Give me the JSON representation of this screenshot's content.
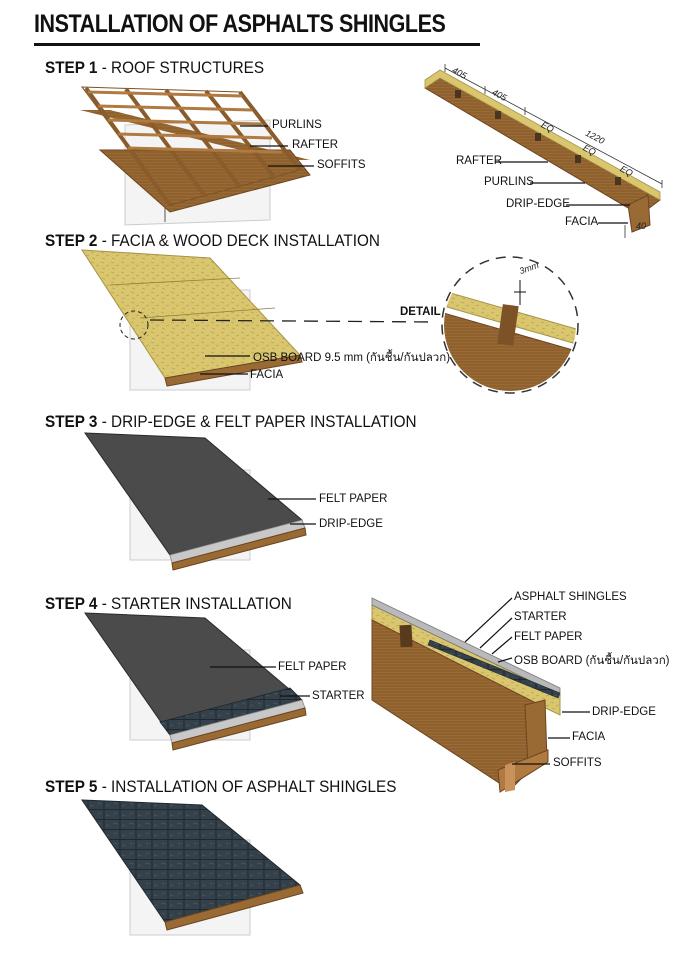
{
  "title": "INSTALLATION OF ASPHALTS SHINGLES",
  "steps": [
    {
      "num": "STEP 1",
      "text": " - ROOF STRUCTURES",
      "labels": {
        "purlins": "PURLINS",
        "rafter": "RAFTER",
        "soffits": "SOFFITS"
      },
      "detail_labels": {
        "rafter": "RAFTER",
        "purlins": "PURLINS",
        "drip_edge": "DRIP-EDGE",
        "facia": "FACIA"
      },
      "dimensions": {
        "d1": "405",
        "d2": "405",
        "eq1": "EQ",
        "eq2": "EQ",
        "eq3": "EQ",
        "total": "1220",
        "small": "40"
      }
    },
    {
      "num": "STEP 2",
      "text": " - FACIA & WOOD DECK INSTALLATION",
      "labels": {
        "detail": "DETAIL",
        "osb": "OSB BOARD 9.5 mm (กันชื้น/กันปลวก)",
        "facia": "FACIA",
        "gap": "3mm"
      }
    },
    {
      "num": "STEP 3",
      "text": " - DRIP-EDGE & FELT PAPER INSTALLATION",
      "labels": {
        "felt": "FELT PAPER",
        "drip_edge": "DRIP-EDGE"
      }
    },
    {
      "num": "STEP 4",
      "text": " - STARTER INSTALLATION",
      "labels": {
        "felt": "FELT PAPER",
        "starter": "STARTER"
      },
      "detail_labels": {
        "shingles": "ASPHALT SHINGLES",
        "starter": "STARTER",
        "felt": "FELT PAPER",
        "osb": "OSB BOARD (กันชื้น/กันปลวก)",
        "drip_edge": "DRIP-EDGE",
        "facia": "FACIA",
        "soffits": "SOFFITS"
      }
    },
    {
      "num": "STEP 5",
      "text": " - INSTALLATION OF ASPHALT SHINGLES",
      "labels": {}
    }
  ],
  "colors": {
    "wood": "#9a6a34",
    "wood_dark": "#6b4520",
    "osb": "#d9c66e",
    "felt": "#4a4a4a",
    "shingle": "#2f3b44",
    "metal": "#b9b9b9"
  }
}
